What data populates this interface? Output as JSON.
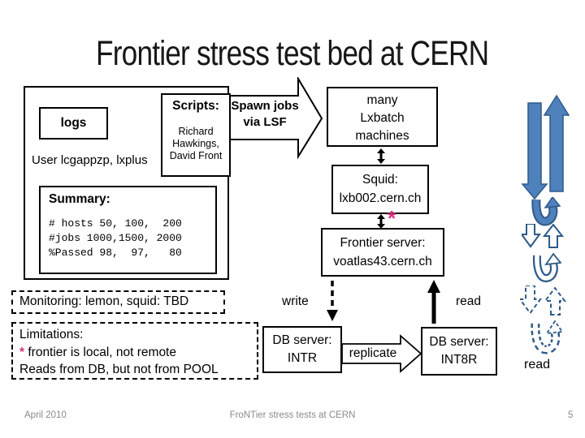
{
  "colors": {
    "accent_blue": "#4f81bd",
    "accent_blue_dark": "#2e5a88",
    "star_pink": "#d6307d",
    "footer_gray": "#8a8a8a"
  },
  "slide": {
    "title": "Frontier stress test bed at CERN",
    "footer": {
      "date": "April 2010",
      "center": "FroNTier stress tests at CERN",
      "page": "5"
    }
  },
  "testbed": {
    "logs": "logs",
    "user": "User lcgappzp, lxplus",
    "scripts": {
      "title": "Scripts:",
      "authors": "Richard\nHawkings,\nDavid Front"
    },
    "summary": {
      "title": "Summary:",
      "lines": [
        "# hosts 50, 100,  200",
        "#jobs 1000,1500, 2000",
        "%Passed 98,  97,   80"
      ]
    }
  },
  "flow": {
    "spawn": {
      "line1": "Spawn jobs",
      "line2": "via LSF"
    },
    "lxbatch": "many\nLxbatch\nmachines",
    "squid": "Squid:\nlxb002.cern.ch",
    "star": "*",
    "frontier": "Frontier server:\nvoatlas43.cern.ch",
    "write_label": "write",
    "read_label_mid": "read",
    "intr": "DB server:\nINTR",
    "replicate_label": "replicate",
    "int8r": "DB server:\nINT8R",
    "read_label_bottom": "read"
  },
  "notes": {
    "monitoring": "Monitoring: lemon, squid: TBD",
    "limitations": {
      "title": "Limitations:",
      "star": "*",
      "line2_rest": " frontier is local, not remote",
      "line3": "Reads from DB, but not from POOL"
    }
  }
}
